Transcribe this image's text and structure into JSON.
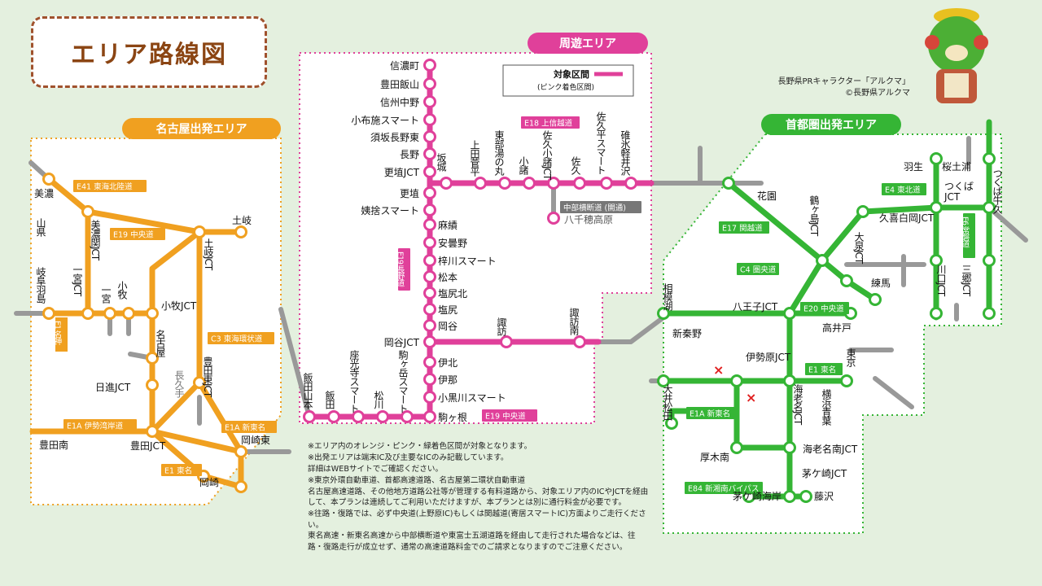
{
  "title": "エリア路線図",
  "colors": {
    "orange": "#f0a020",
    "pink": "#e0409a",
    "green": "#35b535",
    "gray": "#999999",
    "bg": "#e4f0df"
  },
  "mascot": {
    "caption": "長野県PRキャラクター「アルクマ」",
    "copyright": "©長野県アルクマ",
    "icon": "bear-mascot-icon"
  },
  "areas": {
    "nagoya": "名古屋出発エリア",
    "shuyu": "周遊エリア",
    "shutoken": "首都圏出発エリア"
  },
  "legend": {
    "title": "対象区間",
    "subtitle": "(ピンク着色区間)"
  },
  "road_tags": {
    "e41": "E41 東海北陸道",
    "e19a": "E19 中央道",
    "e1": "E1 名神",
    "c3": "C3 東海環状道",
    "e1a_isewan": "E1A 伊勢湾岸道",
    "e1a_shintomei_w": "E1A 新東名",
    "e1_tomei_w": "E1 東名",
    "e18": "E18 上信越道",
    "e19_nagano": "E19 長野道",
    "chubu": "中部横断道 (開通)",
    "e19b": "E19 中央道",
    "e17": "E17 関越道",
    "c4": "C4 圏央道",
    "e4": "E4 東北道",
    "e6": "E6 常磐道",
    "e20": "E20 中央道",
    "e1_tomei_e": "E1 東名",
    "e1a_shintomei_e": "E1A 新東名",
    "e84": "E84 新湘南バイパス"
  },
  "stations": {
    "nagoya": {
      "mino": "美濃",
      "yamagata": "山県",
      "minokamo_jct": "美濃関JCT",
      "ichinomiya_jct": "一宮JCT",
      "gifuhashima": "岐阜羽島",
      "ichinomiya": "一宮",
      "komaki": "小牧",
      "komaki_jct": "小牧JCT",
      "toki": "土岐",
      "toki_jct": "土岐JCT",
      "nagoya": "名古屋",
      "nagakute": "長久手",
      "toyotahigashi_jct": "豊田東JCT",
      "nisshin_jct": "日進JCT",
      "toyotaminami": "豊田南",
      "toyota_jct": "豊田JCT",
      "okazakihigashi": "岡崎東",
      "okazaki": "岡崎"
    },
    "shuyu": {
      "shinanomachi": "信濃町",
      "toyotaiiyama": "豊田飯山",
      "shinshunakano": "信州中野",
      "obuse": "小布施スマート",
      "suzaka": "須坂長野東",
      "nagano": "長野",
      "koshoku_jct": "更埴JCT",
      "koshoku": "更埴",
      "obasute": "姨捨スマート",
      "asahi": "麻績",
      "azumino": "安曇野",
      "azusagawa": "梓川スマート",
      "matsumoto": "松本",
      "shiojirikita": "塩尻北",
      "shiojiri": "塩尻",
      "okaya": "岡谷",
      "okaya_jct": "岡谷JCT",
      "suwa": "諏訪",
      "suwaminami": "諏訪南",
      "sakaki": "坂城",
      "uedasugadaira": "上田菅平",
      "tobumaru": "東部湯の丸",
      "komoro": "小諸",
      "sakukomoro_jct": "佐久小諸JCT",
      "saku": "佐久",
      "sakudaira": "佐久平スマート",
      "usuikaruizawa": "碓氷軽井沢",
      "yachiho": "八千穂高原",
      "iidayamamoto": "飯田山本",
      "iida": "飯田",
      "zakoji": "座光寺スマート",
      "matsukawa": "松川",
      "komagane": "駒ヶ岳スマート",
      "inakita": "伊北",
      "ina": "伊那",
      "kogurogawa": "小黒川スマート",
      "komagane2": "駒ヶ根"
    },
    "shutoken": {
      "hanyu": "羽生",
      "sakuragawa": "桜土浦",
      "tsukubaushiku": "つくば牛久",
      "tsukuba_jct": "つくばJCT",
      "kuki": "久喜白岡JCT",
      "kawaguchi": "川口JCT",
      "misato": "三郷JCT",
      "kazo": "花園",
      "tsurugashima": "鶴ヶ島JCT",
      "oizumi": "大泉JCT",
      "nerima": "練馬",
      "sagamiko": "相模湖",
      "hachioji_jct": "八王子JCT",
      "takaido": "高井戸",
      "shinhadano": "新秦野",
      "iseharajct": "伊勢原JCT",
      "tokyo": "東京",
      "oimatsuda": "大井松田",
      "ebina_jct": "海老名JCT",
      "yokohama": "横浜青葉",
      "atsugiminami": "厚木南",
      "ebinaminami": "海老名南JCT",
      "chigasaki_jct": "茅ケ崎JCT",
      "chigasakikaigan": "茅ケ崎海岸",
      "fujisawa": "藤沢"
    }
  },
  "notes": [
    "※エリア内のオレンジ・ピンク・緑着色区間が対象となります。",
    "※出発エリアは端末IC及び主要なICのみ記載しています。\n  詳細はWEBサイトでご確認ください。",
    "※東京外環自動車道、首都高速道路、名古屋第二環状自動車道\n  名古屋高速道路、その他地方道路公社等が管理する有料道路から、対象エリア内のICやJCTを経由して、本プランは連続してご利用いただけますが、本プランとは別に通行料金が必要です。",
    "※往路・復路では、必ず中央道(上野原IC)もしくは関越道(寄居スマートIC)方面よりご走行ください。\n  東名高速・新東名高速から中部横断道や東富士五湖道路を経由して走行された場合などは、往路・復路走行が成立せず、通常の高速道路料金でのご請求となりますのでご注意ください。"
  ]
}
